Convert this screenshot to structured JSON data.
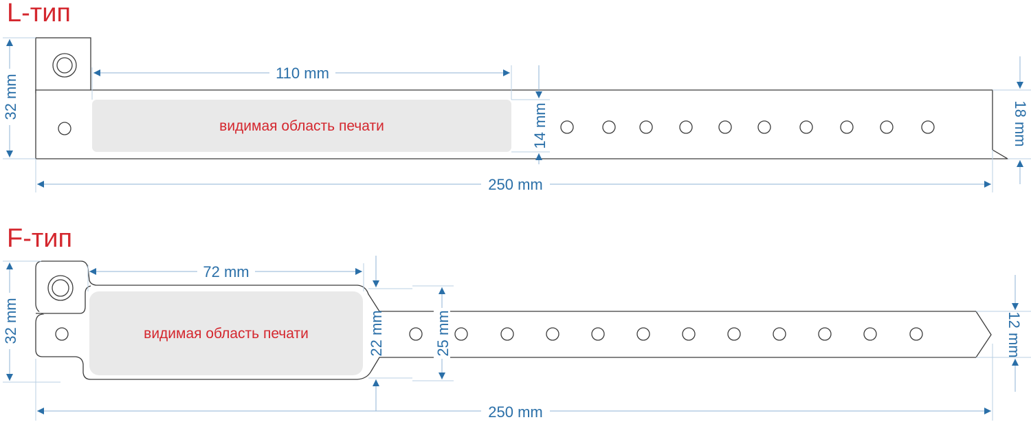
{
  "l_type": {
    "title": "L-тип",
    "print_label": "видимая область печати",
    "dim_print_width": "110 mm",
    "dim_total_length": "250 mm",
    "dim_total_height": "32 mm",
    "dim_print_height": "14 mm",
    "dim_tip_height": "18 mm"
  },
  "f_type": {
    "title": "F-тип",
    "print_label": "видимая область печати",
    "dim_print_width": "72 mm",
    "dim_total_length": "250 mm",
    "dim_total_height": "32 mm",
    "dim_neck_height": "22 mm",
    "dim_strap_height": "25 mm",
    "dim_tip_height": "12 mm"
  },
  "colors": {
    "title": "#d4272e",
    "dimension": "#2a6fa8",
    "outline": "#3a3a3a",
    "print_area": "#e9e9e9"
  }
}
